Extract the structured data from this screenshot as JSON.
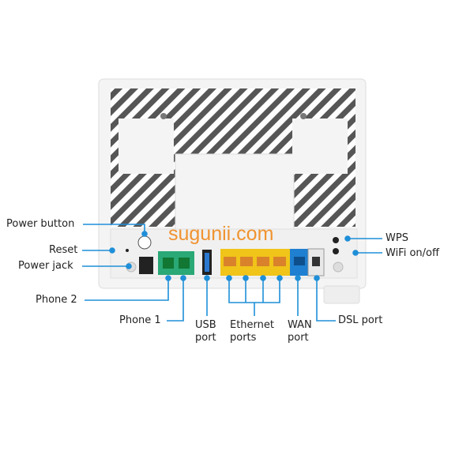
{
  "watermark": "sugunii.com",
  "labels": {
    "power_button": "Power button",
    "reset": "Reset",
    "power_jack": "Power jack",
    "phone2": "Phone 2",
    "phone1": "Phone 1",
    "usb_port": [
      "USB",
      "port"
    ],
    "ethernet_ports": [
      "Ethernet",
      "ports"
    ],
    "wan_port": [
      "WAN",
      "port"
    ],
    "dsl_port": "DSL port",
    "wps": "WPS",
    "wifi": "WiFi on/off"
  },
  "colors": {
    "callout": "#1e8fd8",
    "phone_ports": "#2aa876",
    "ethernet_ports": "#f0c419",
    "wan_port": "#1f7fd0",
    "watermark": "#f08a1c"
  }
}
